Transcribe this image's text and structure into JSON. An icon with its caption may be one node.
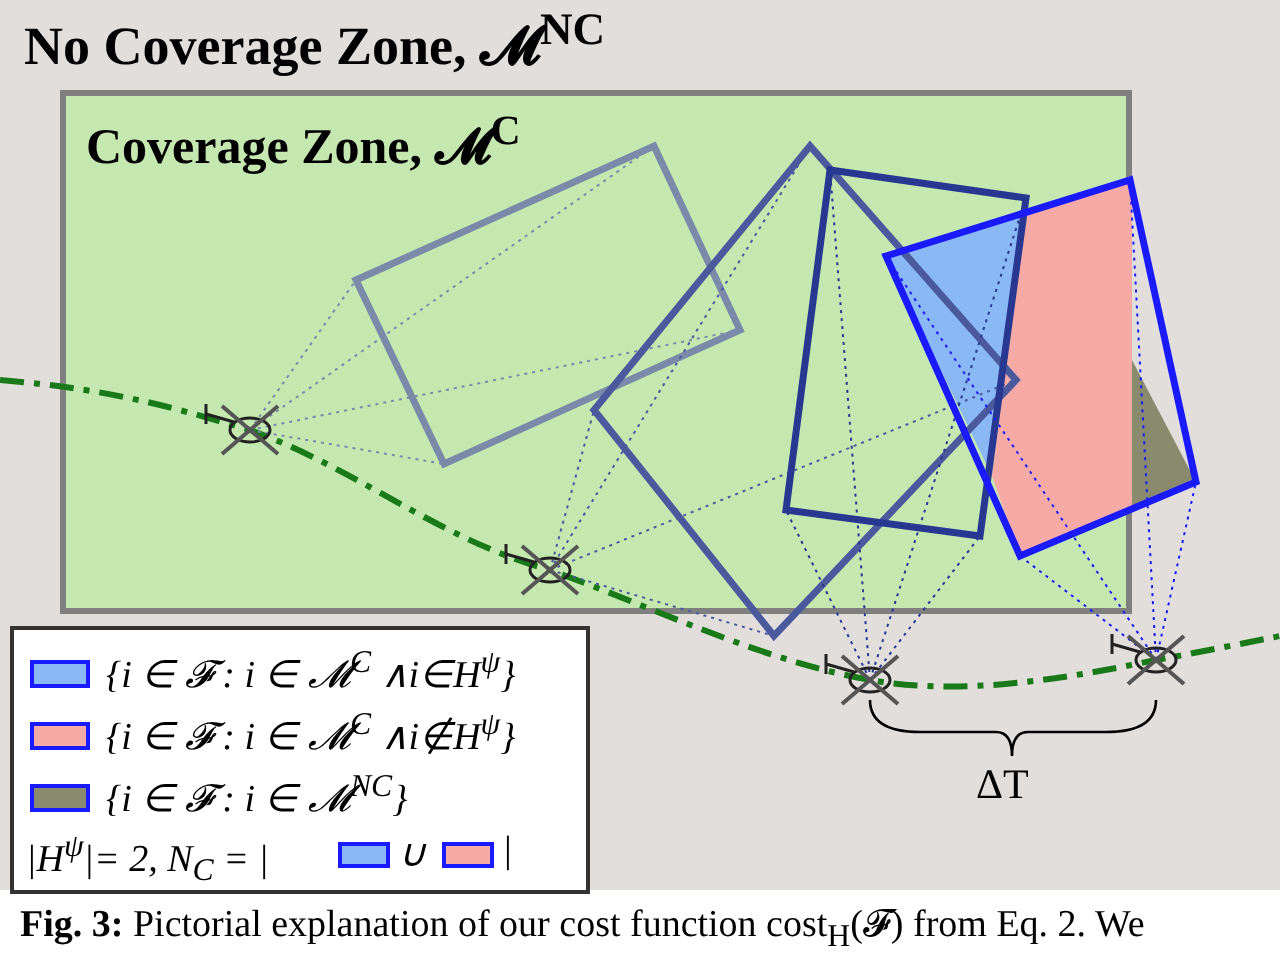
{
  "diagram": {
    "caption": "**Fig. 3:** Pictorial explanation of our cost function cost$_{H}$(𝓕) from Eq. 2. We",
    "nodes": [
      {
        "text": [
          "No Coverage Zone, 𝓜$^{NC}$"
        ]
      },
      {
        "text": [
          "Coverage Zone, 𝓜$^{C}$"
        ],
        "in": 0
      }
    ],
    "labels": [
      "ΔT",
      "|H$^{ψ}$|= 2, N$_{C}$ = |",
      "∪",
      "|"
    ],
    "legend": [
      {
        "text": "{i ∈ 𝓕 : i ∈ 𝓜$^{C}$ ∧i∈H$^{ψ}$}",
        "color": "#8ab8f5"
      },
      {
        "text": "{i ∈ 𝓕 : i ∈ 𝓜$^{C}$ ∧i∉H$^{ψ}$}",
        "color": "#f5aaa5"
      },
      {
        "text": "{i ∈ 𝓕 : i ∈ 𝓜$^{NC}$}",
        "color": "#8a8a6e"
      }
    ]
  }
}
